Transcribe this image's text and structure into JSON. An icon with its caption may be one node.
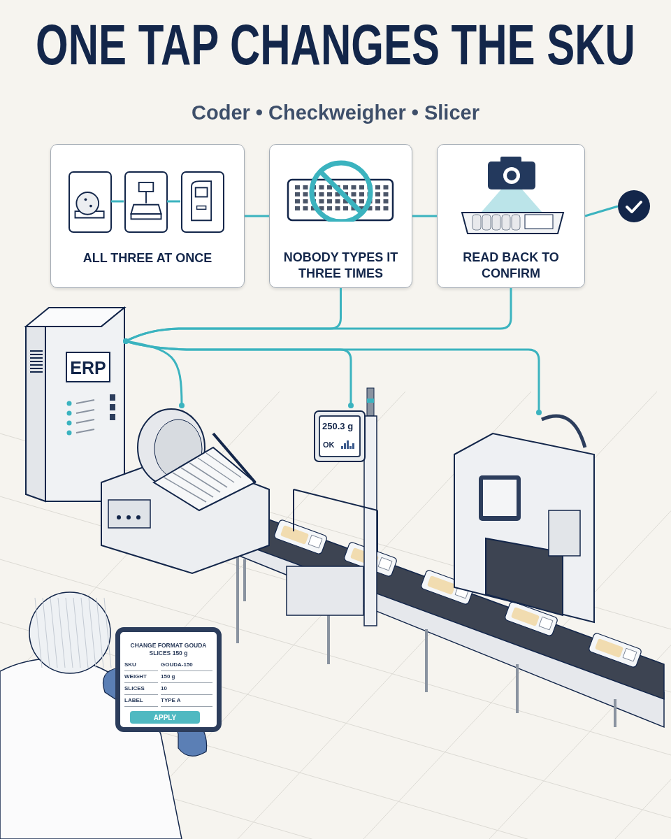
{
  "diagram": {
    "title": "ONE TAP CHANGES THE SKU",
    "nodes": [
      {
        "text": [
          "ALL THREE AT ONCE"
        ]
      },
      {
        "text": [],
        "shape": "picture",
        "in": 0
      },
      {
        "text": [],
        "shape": "picture",
        "in": 0
      },
      {
        "text": [],
        "shape": "picture",
        "in": 0
      },
      {
        "text": [
          "NOBODY TYPES IT THREE TIMES"
        ]
      },
      {
        "text": [
          "READ BACK TO CONFIRM"
        ]
      },
      {
        "text": [],
        "shape": "circle"
      },
      {
        "text": [
          "ERP"
        ]
      },
      {
        "text": [],
        "shape": "picture"
      },
      {
        "text": [
          "250.3 g",
          "OK"
        ]
      },
      {
        "text": [],
        "shape": "picture"
      }
    ],
    "edges": [
      {
        "from": 1,
        "to": 2,
        "arrow": "none"
      },
      {
        "from": 2,
        "to": 3,
        "arrow": "none"
      },
      {
        "from": 0,
        "to": 4,
        "arrow": "none"
      },
      {
        "from": 4,
        "to": 5,
        "arrow": "none"
      },
      {
        "from": 5,
        "to": 6,
        "arrow": "none"
      },
      {
        "from": 4,
        "to": 7,
        "arrow": "other"
      },
      {
        "from": 5,
        "to": 7,
        "arrow": "other"
      },
      {
        "from": 7,
        "to": 8,
        "arrow": "other"
      },
      {
        "from": 7,
        "to": 9,
        "arrow": "other"
      },
      {
        "from": 7,
        "to": 10,
        "arrow": "other"
      }
    ],
    "labels": [
      "Coder • Checkweigher • Slicer",
      "CHANGE FORMAT GOUDA SLICES 150 g",
      "SKU",
      "GOUDA-150",
      "WEIGHT",
      "150 g",
      "SLICES",
      "10",
      "LABEL",
      "TYPE A",
      "APPLY"
    ]
  }
}
